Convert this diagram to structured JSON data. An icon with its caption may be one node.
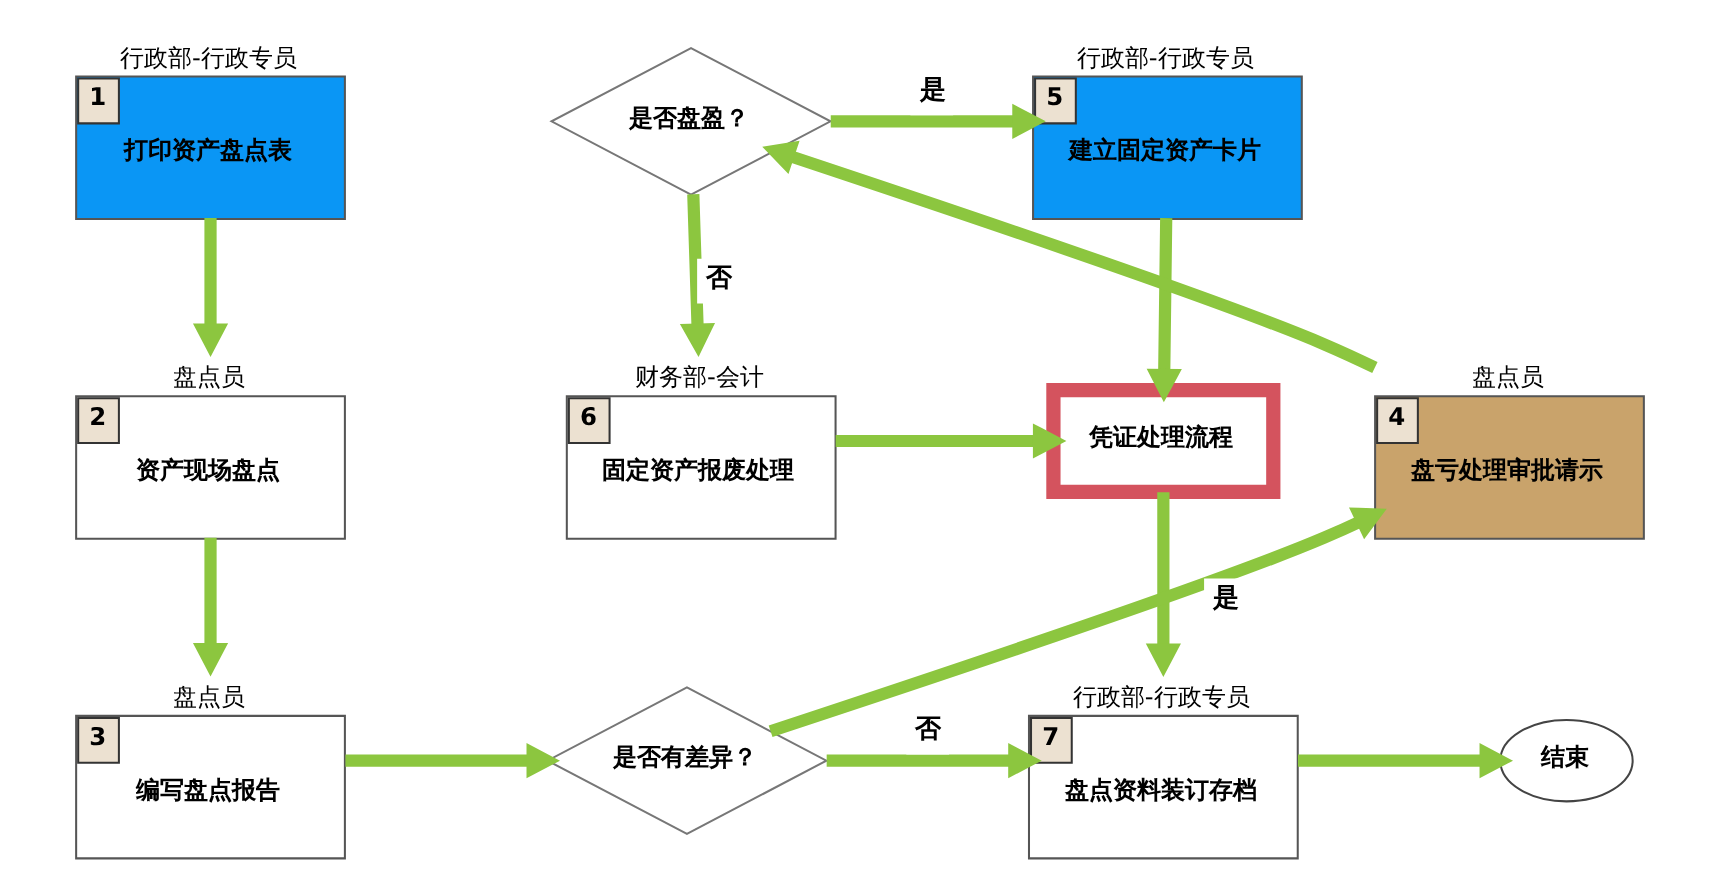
{
  "diagram": {
    "nodes": [
      {
        "text": [
          "行政部-行政专员",
          "1",
          "打印资产盘点表"
        ]
      },
      {
        "text": [
          "是否盘盈？"
        ]
      },
      {
        "text": [
          "行政部-行政专员",
          "5",
          "建立固定资产卡片"
        ]
      },
      {
        "text": [
          "盘点员",
          "2",
          "资产现场盘点"
        ]
      },
      {
        "text": [
          "盘点员",
          "4",
          "盘亏处理审批请示"
        ]
      },
      {
        "text": [
          "财务部-会计",
          "6",
          "固定资产报废处理"
        ]
      },
      {
        "text": [
          "凭证处理流程"
        ]
      },
      {
        "text": [
          "盘点员",
          "3",
          "编写盘点报告"
        ]
      },
      {
        "text": [
          "是否有差异？"
        ]
      },
      {
        "text": [
          "行政部-行政专员",
          "7",
          "盘点资料装订存档"
        ]
      },
      {
        "text": [
          "结束"
        ]
      }
    ],
    "edges": [
      {
        "from": 0,
        "to": 3,
        "arrow": "to"
      },
      {
        "from": 3,
        "to": 7,
        "arrow": "to"
      },
      {
        "from": 7,
        "to": 8,
        "arrow": "to"
      },
      {
        "from": 8,
        "to": 4,
        "arrow": "to",
        "label": "是"
      },
      {
        "from": 4,
        "to": 1,
        "arrow": "to"
      },
      {
        "from": 1,
        "to": 2,
        "arrow": "to",
        "label": "是"
      },
      {
        "from": 1,
        "to": 5,
        "arrow": "to",
        "label": "否"
      },
      {
        "from": 2,
        "to": 6,
        "arrow": "to"
      },
      {
        "from": 5,
        "to": 6,
        "arrow": "to"
      },
      {
        "from": 6,
        "to": 9,
        "arrow": "to"
      },
      {
        "from": 8,
        "to": 9,
        "arrow": "to",
        "label": "否"
      },
      {
        "from": 9,
        "to": 10,
        "arrow": "to"
      }
    ]
  }
}
